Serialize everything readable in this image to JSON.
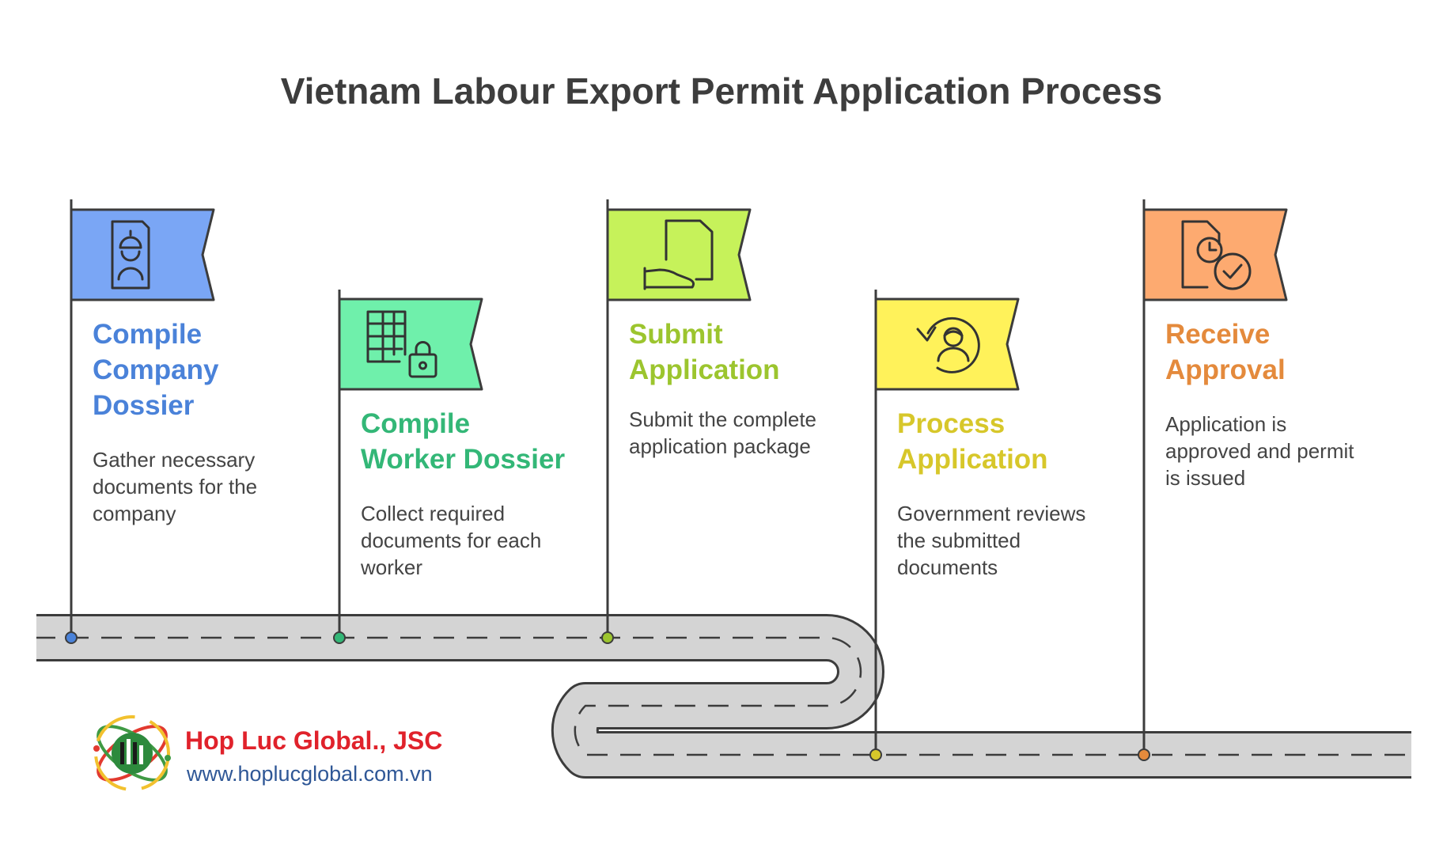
{
  "title": "Vietnam Labour Export Permit Application Process",
  "steps": [
    {
      "title_lines": [
        "Compile",
        "Company",
        "Dossier"
      ],
      "description_lines": [
        "Gather necessary",
        "documents for the",
        "company"
      ],
      "icon": "worker-document-icon",
      "flag_color": "#7aa6f5",
      "text_color": "#4a82d9",
      "dot_color": "#4a82d9"
    },
    {
      "title_lines": [
        "Compile",
        "Worker Dossier"
      ],
      "description_lines": [
        "Collect required",
        "documents for each",
        "worker"
      ],
      "icon": "locked-table-icon",
      "flag_color": "#6ff0ab",
      "text_color": "#33b777",
      "dot_color": "#33b777"
    },
    {
      "title_lines": [
        "Submit",
        "Application"
      ],
      "description_lines": [
        "Submit the complete",
        "application package"
      ],
      "icon": "hand-document-icon",
      "flag_color": "#c6f25a",
      "text_color": "#9cc52e",
      "dot_color": "#9cc52e"
    },
    {
      "title_lines": [
        "Process",
        "Application"
      ],
      "description_lines": [
        "Government reviews",
        "the submitted",
        "documents"
      ],
      "icon": "reviewer-cycle-icon",
      "flag_color": "#fff25a",
      "text_color": "#d7c72a",
      "dot_color": "#d7c72a"
    },
    {
      "title_lines": [
        "Receive",
        "Approval"
      ],
      "description_lines": [
        "Application is",
        "approved and permit",
        "is issued"
      ],
      "icon": "approved-document-icon",
      "flag_color": "#fdaa70",
      "text_color": "#e48a3c",
      "dot_color": "#e48a3c"
    }
  ],
  "brand": {
    "name": "Hop Luc Global., JSC",
    "url": "www.hoplucglobal.com.vn",
    "logo": "hop-luc-global-logo"
  },
  "colors": {
    "title": "#3d3d3d",
    "road": "#d4d4d4",
    "outline": "#3c3c3c",
    "description": "#444444",
    "brand_name": "#e0222b",
    "brand_url": "#2f5796"
  }
}
